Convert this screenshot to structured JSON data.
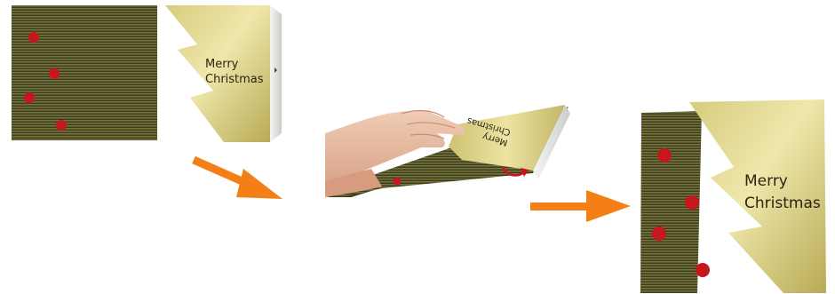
{
  "step1": {
    "card_text": {
      "line1": "Merry",
      "line2": "Christmas"
    }
  },
  "step2": {
    "card_text": {
      "line1": "Merry",
      "line2": "Christmas"
    }
  },
  "step3": {
    "card_text": {
      "line1": "Merry",
      "line2": "Christmas"
    }
  },
  "colors": {
    "stripe_base": "#5b5a2e",
    "ornament_red": "#c8161d",
    "gold_light": "#e6dc93",
    "gold_dark": "#b8aa55",
    "arrow_orange": "#f57f17",
    "white_edge": "#e9ece8",
    "skin": "#e9bfa6"
  },
  "icons": [
    "arrow-right-icon",
    "curved-arrow-icon",
    "hand-icon",
    "ornament-icon"
  ]
}
